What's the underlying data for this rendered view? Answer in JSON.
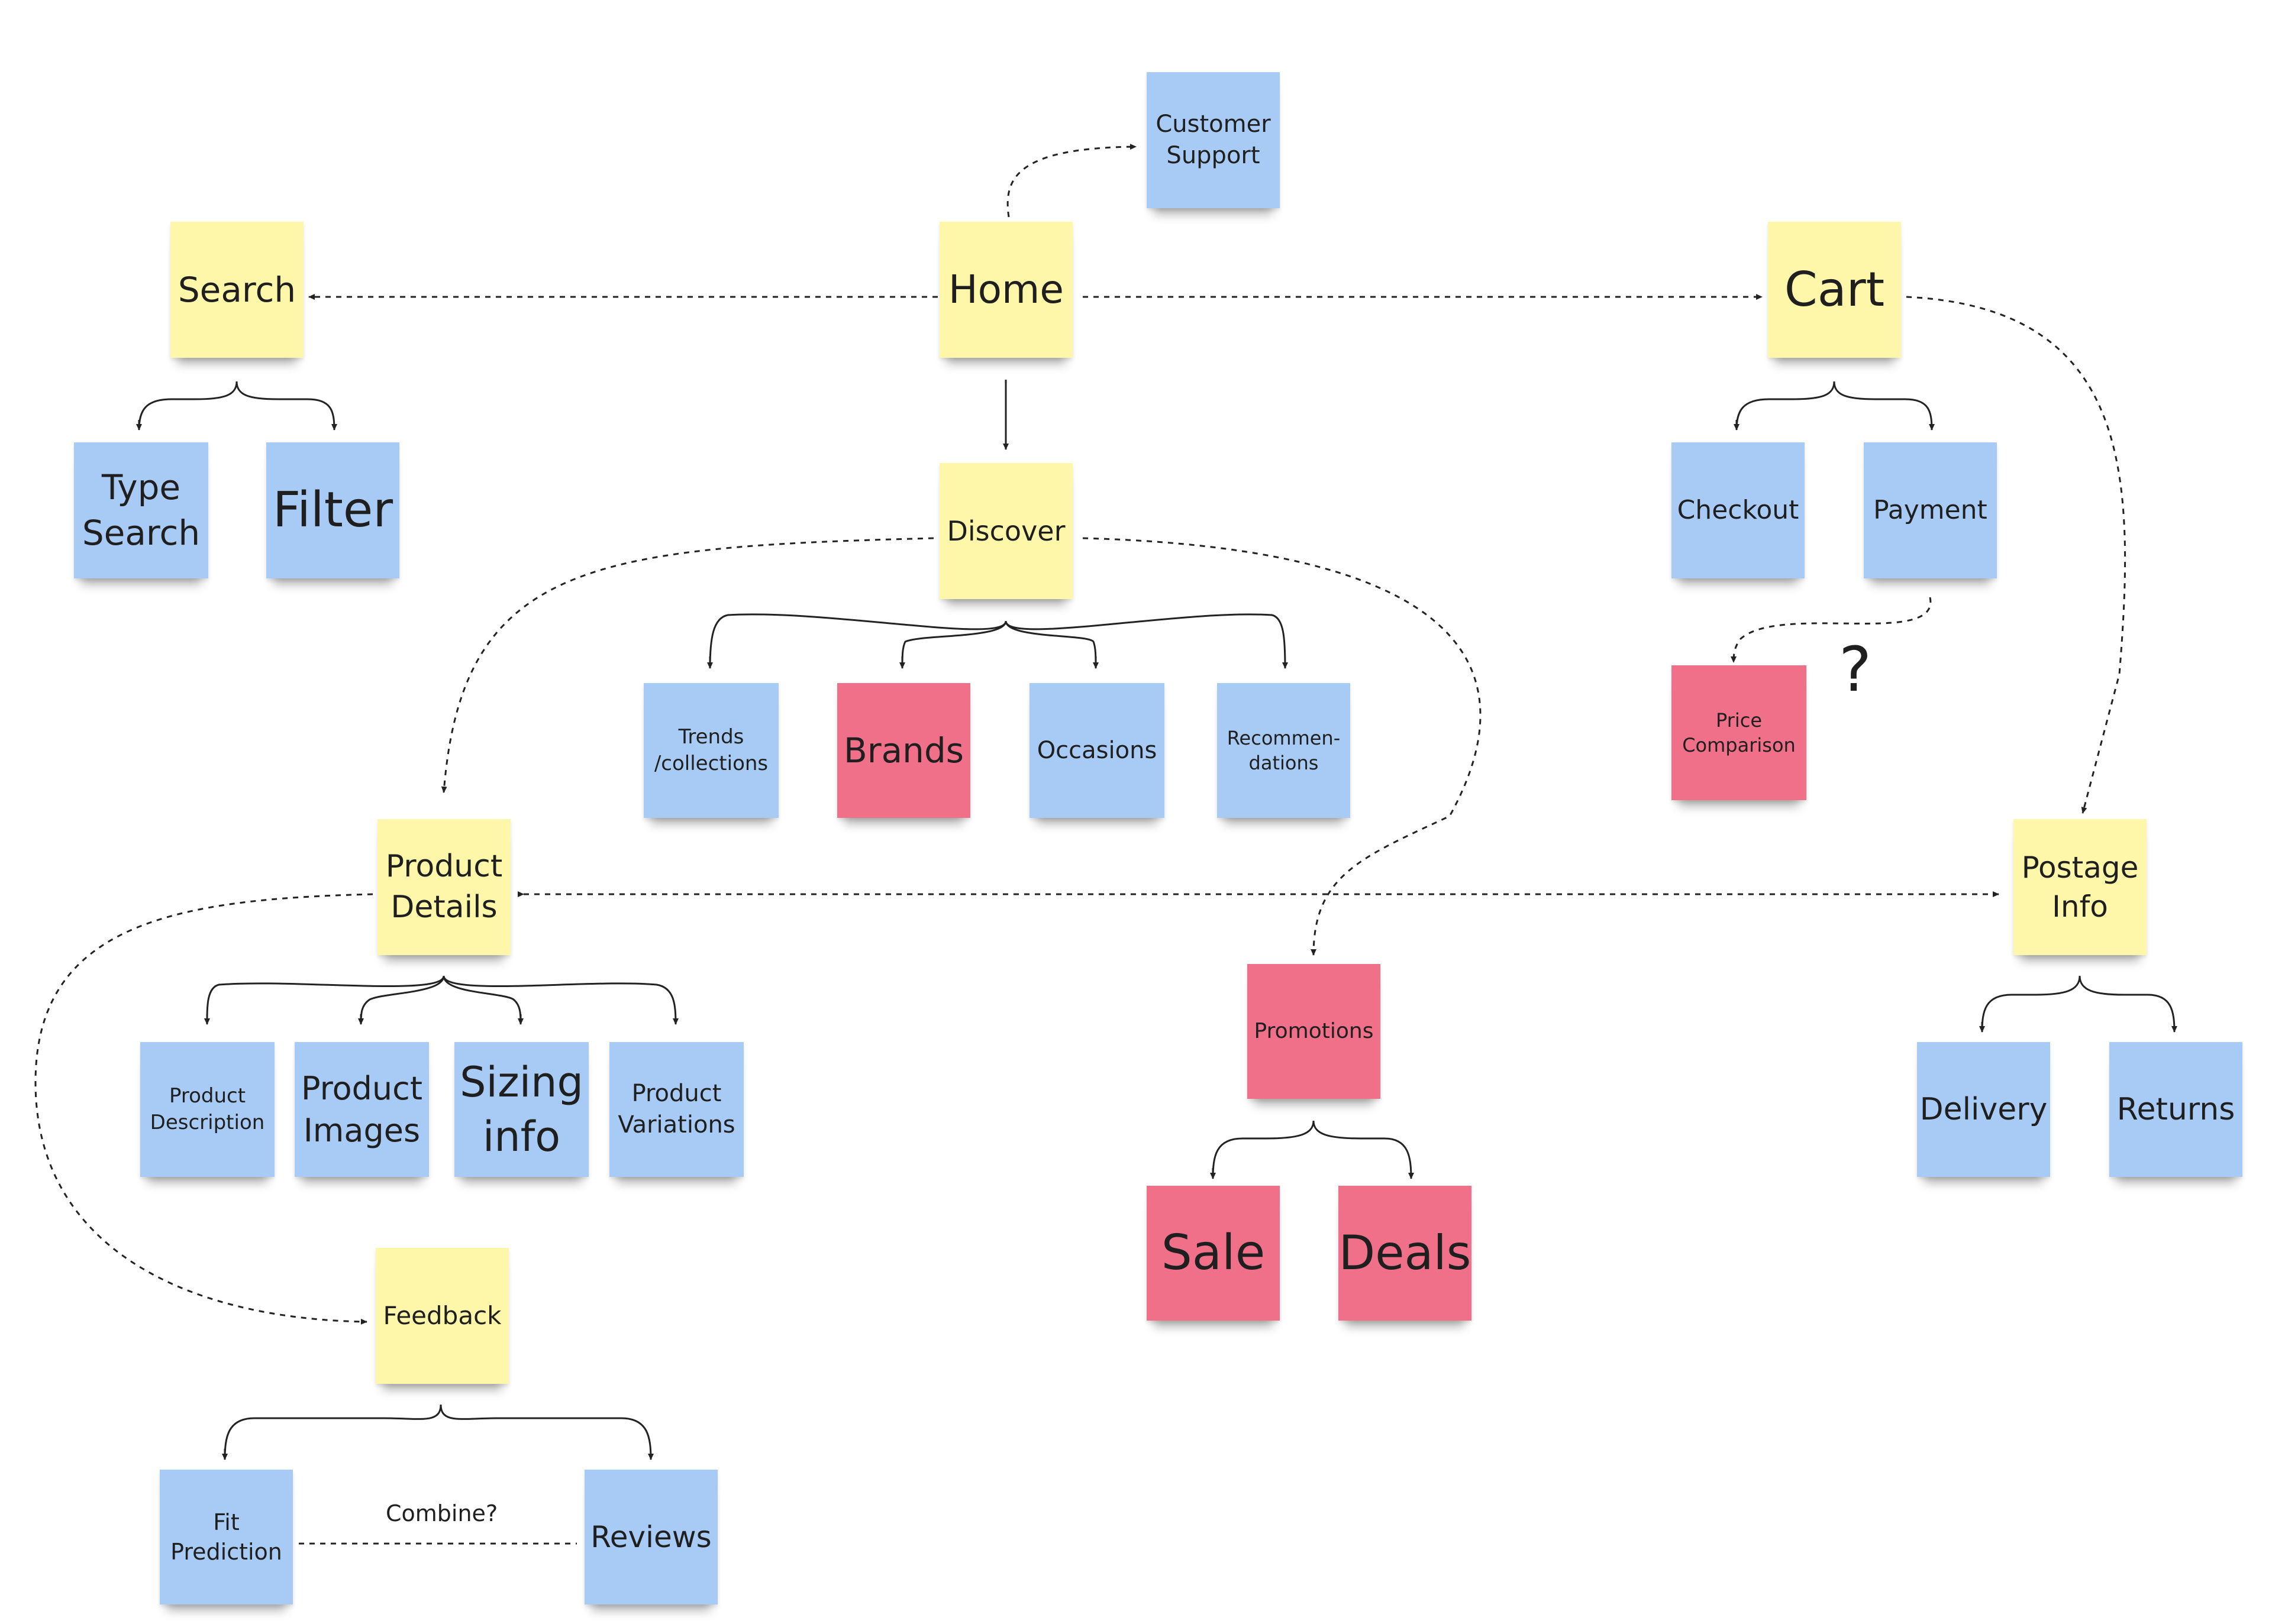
{
  "notes": {
    "customer_support": "Customer\nSupport",
    "search": "Search",
    "home": "Home",
    "cart": "Cart",
    "type_search": "Type\nSearch",
    "filter": "Filter",
    "discover": "Discover",
    "checkout": "Checkout",
    "payment": "Payment",
    "trends": "Trends\n/collections",
    "brands": "Brands",
    "occasions": "Occasions",
    "recommendations": "Recommen-\ndations",
    "price_comparison": "Price\nComparison",
    "product_details": "Product\nDetails",
    "postage_info": "Postage\nInfo",
    "promotions": "Promotions",
    "product_description": "Product\nDescription",
    "product_images": "Product\nImages",
    "sizing_info": "Sizing\ninfo",
    "product_variations": "Product\nVariations",
    "delivery": "Delivery",
    "returns": "Returns",
    "sale": "Sale",
    "deals": "Deals",
    "feedback": "Feedback",
    "fit_prediction": "Fit\nPrediction",
    "reviews": "Reviews"
  },
  "annotations": {
    "question_mark": "?",
    "combine": "Combine?"
  },
  "colors": {
    "yellow": "#fef6a8",
    "blue": "#a8cbf5",
    "red": "#ef7088",
    "connector": "#222222"
  }
}
